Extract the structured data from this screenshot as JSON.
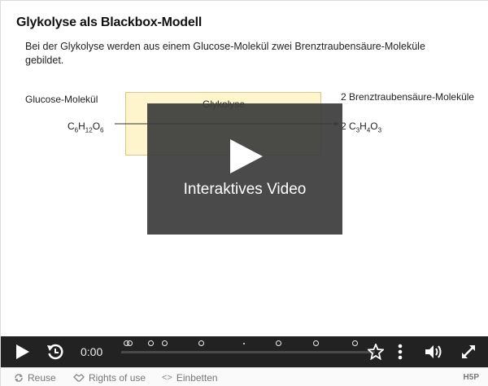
{
  "slide": {
    "title": "Glykolyse als Blackbox-Modell",
    "intro": "Bei der Glykolyse werden aus einem Glucose-Molekül zwei Brenztraubensäure-Moleküle gebildet.",
    "box_label": "Glykolyse",
    "left_label": "Glucose-Molekül",
    "right_label": "2 Brenztraubensäure-Moleküle"
  },
  "overlay": {
    "text": "Interaktives Video"
  },
  "controls": {
    "time": "0:00"
  },
  "footer": {
    "reuse": "Reuse",
    "rights": "Rights of use",
    "embed": "Einbetten",
    "logo": "H5P"
  }
}
